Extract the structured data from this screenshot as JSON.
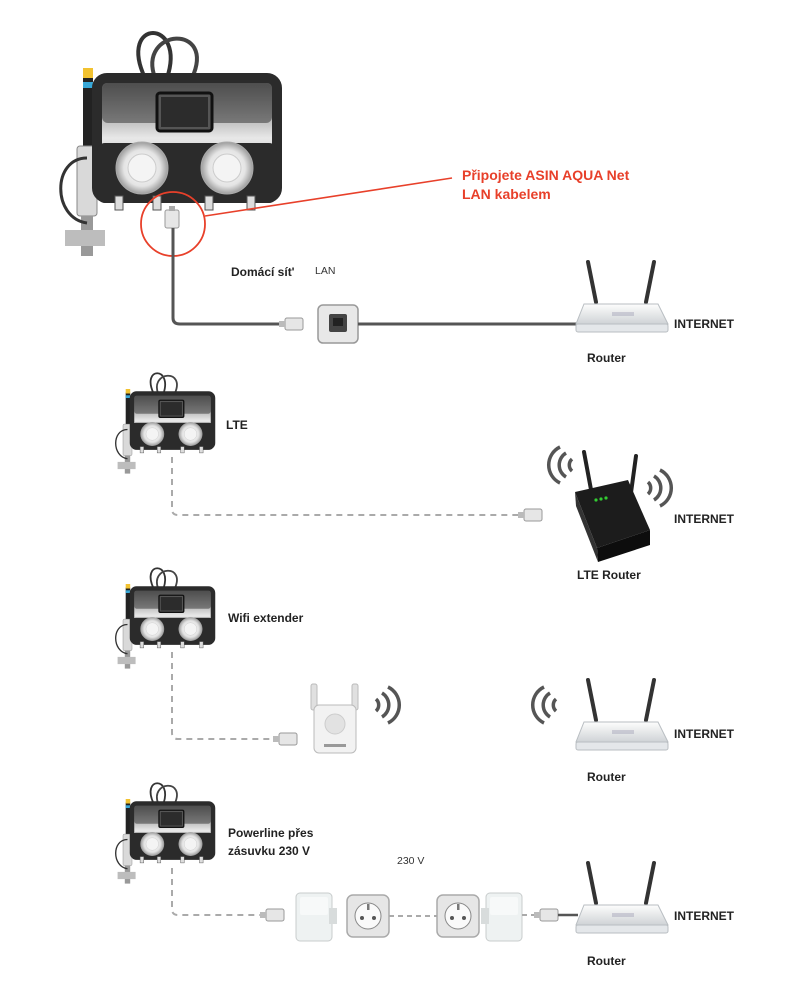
{
  "colors": {
    "accent": "#e8402a",
    "device_body": "#2b2b2b",
    "cable": "#555555",
    "dashed": "#aaaaaa"
  },
  "callout": {
    "line1": "Připojete ASIN AQUA Net",
    "line2": "LAN kabelem"
  },
  "sections": [
    {
      "id": "lan",
      "connection_label": "Domácí sít'",
      "medium_label": "LAN",
      "router_label": "Router",
      "internet_label": "INTERNET"
    },
    {
      "id": "lte",
      "connection_label": "LTE",
      "router_label": "LTE Router",
      "internet_label": "INTERNET"
    },
    {
      "id": "wifi",
      "connection_label": "Wifi extender",
      "router_label": "Router",
      "internet_label": "INTERNET"
    },
    {
      "id": "powerline",
      "connection_label_line1": "Powerline přes",
      "connection_label_line2": "zásuvku 230 V",
      "voltage_label": "230 V",
      "router_label": "Router",
      "internet_label": "INTERNET"
    }
  ]
}
